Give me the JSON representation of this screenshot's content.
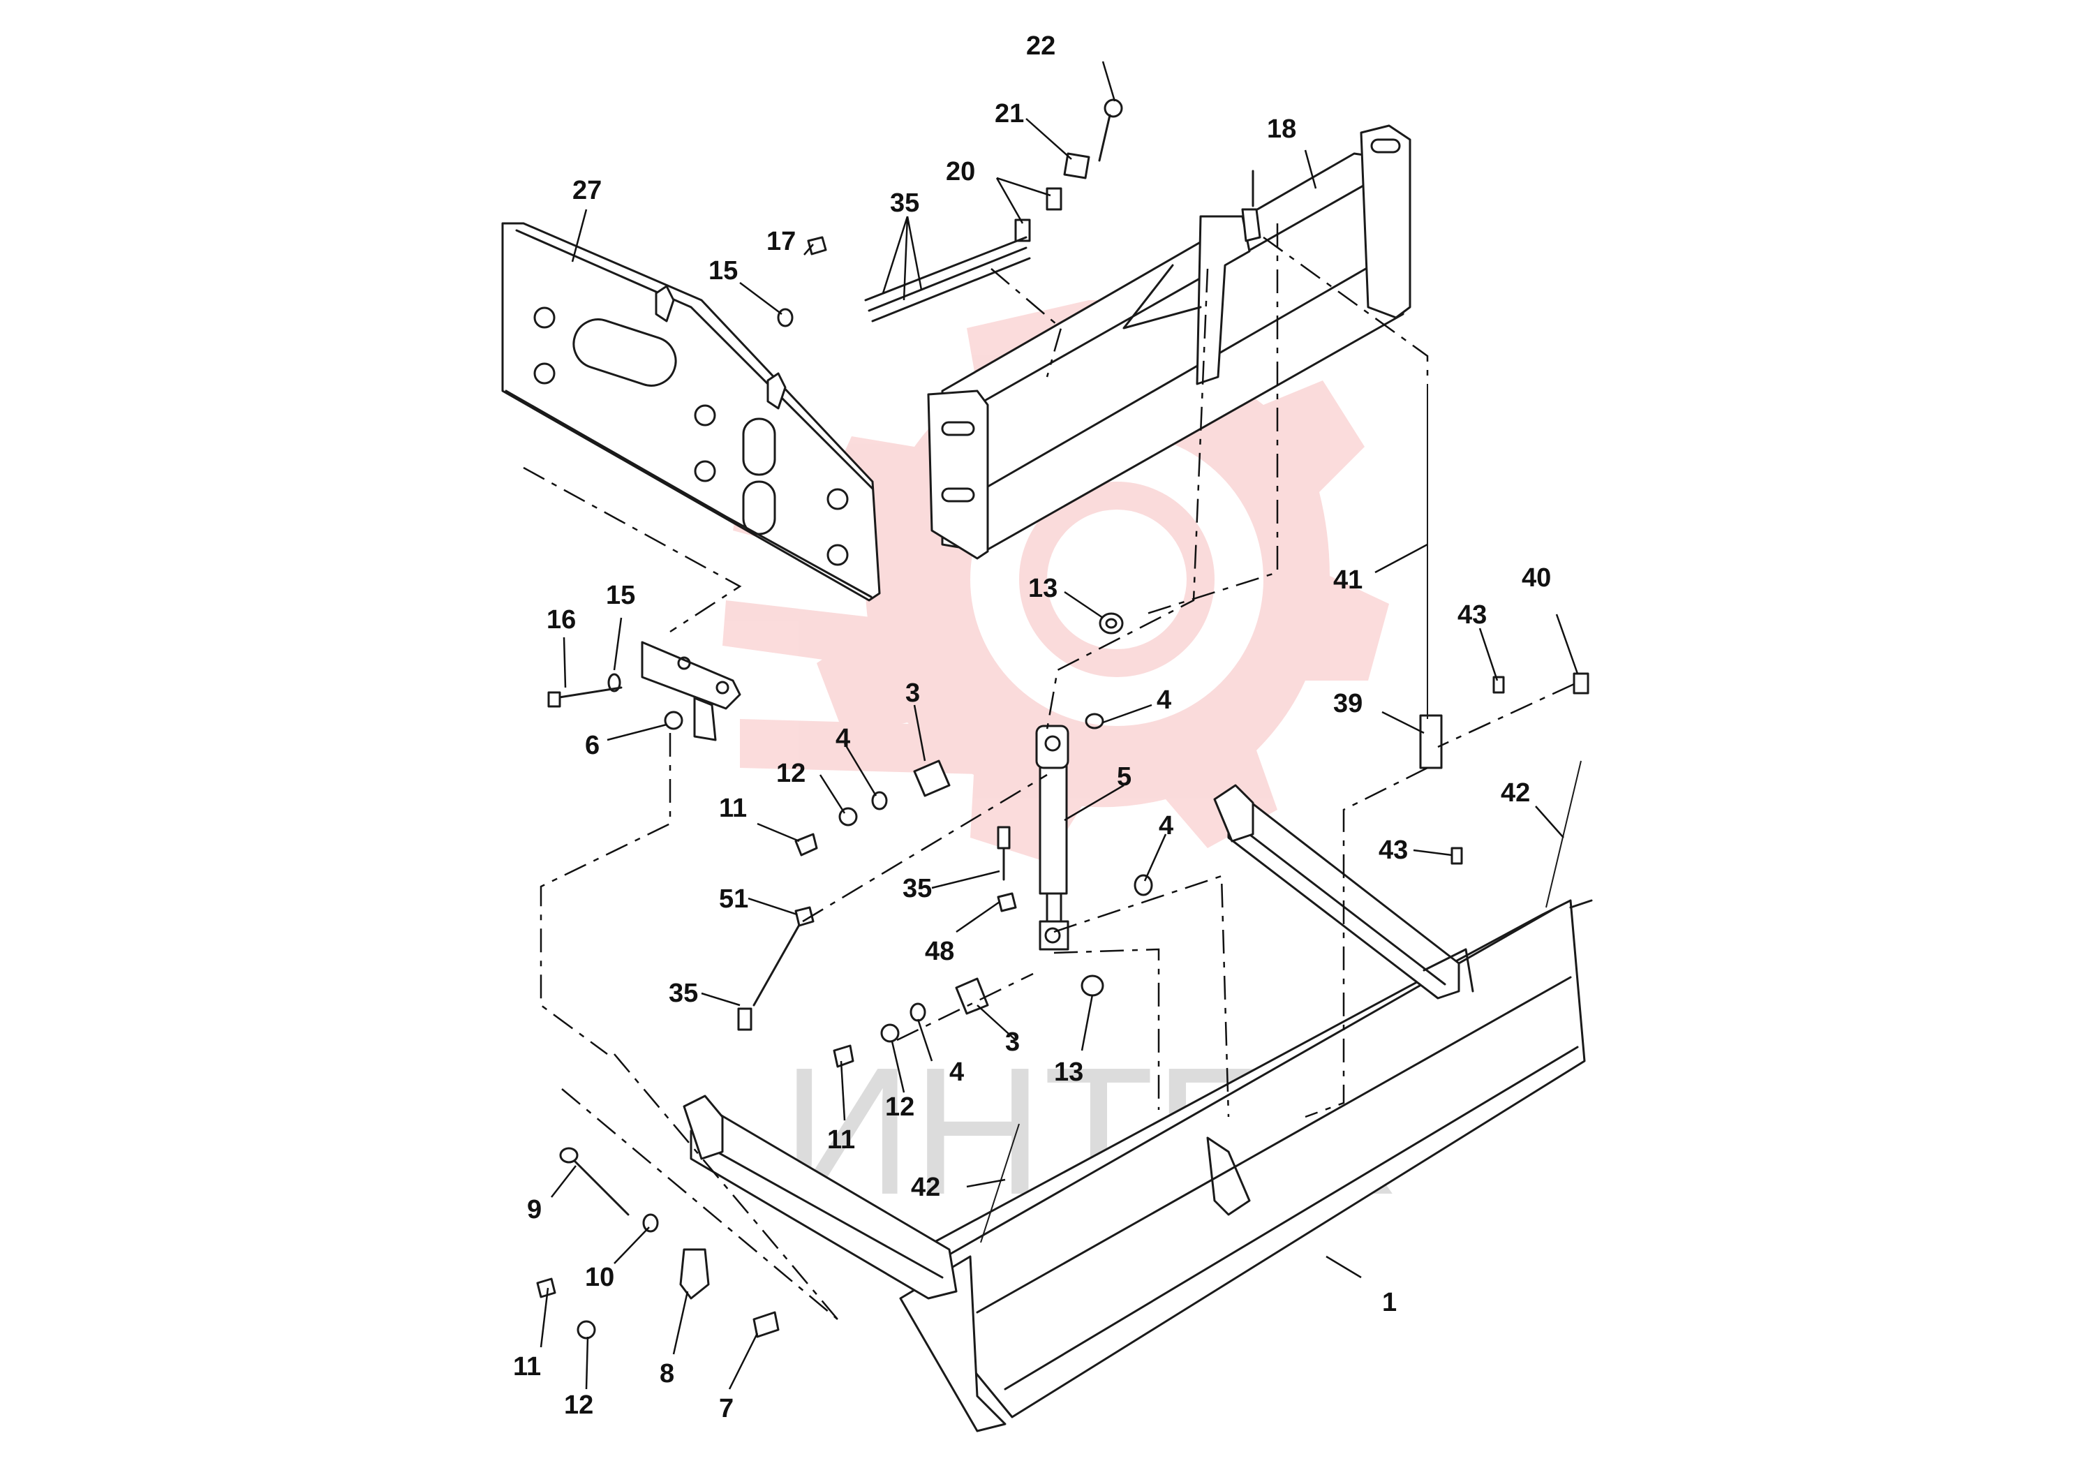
{
  "diagram": {
    "watermark_text": "ИНТЕХ",
    "watermark_color": "#f39a9a",
    "callouts": [
      {
        "id": "c22",
        "label": "22"
      },
      {
        "id": "c21",
        "label": "21"
      },
      {
        "id": "c18",
        "label": "18"
      },
      {
        "id": "c20",
        "label": "20"
      },
      {
        "id": "c35a",
        "label": "35"
      },
      {
        "id": "c27",
        "label": "27"
      },
      {
        "id": "c17",
        "label": "17"
      },
      {
        "id": "c15a",
        "label": "15"
      },
      {
        "id": "c41",
        "label": "41"
      },
      {
        "id": "c40",
        "label": "40"
      },
      {
        "id": "c43a",
        "label": "43"
      },
      {
        "id": "c13a",
        "label": "13"
      },
      {
        "id": "c16",
        "label": "16"
      },
      {
        "id": "c15b",
        "label": "15"
      },
      {
        "id": "c39",
        "label": "39"
      },
      {
        "id": "c3a",
        "label": "3"
      },
      {
        "id": "c4a",
        "label": "4"
      },
      {
        "id": "c6",
        "label": "6"
      },
      {
        "id": "c4b",
        "label": "4"
      },
      {
        "id": "c12a",
        "label": "12"
      },
      {
        "id": "c5",
        "label": "5"
      },
      {
        "id": "c42a",
        "label": "42"
      },
      {
        "id": "c11a",
        "label": "11"
      },
      {
        "id": "c4c",
        "label": "4"
      },
      {
        "id": "c43b",
        "label": "43"
      },
      {
        "id": "c35b",
        "label": "35"
      },
      {
        "id": "c51",
        "label": "51"
      },
      {
        "id": "c48",
        "label": "48"
      },
      {
        "id": "c35c",
        "label": "35"
      },
      {
        "id": "c3b",
        "label": "3"
      },
      {
        "id": "c4d",
        "label": "4"
      },
      {
        "id": "c13b",
        "label": "13"
      },
      {
        "id": "c12b",
        "label": "12"
      },
      {
        "id": "c11b",
        "label": "11"
      },
      {
        "id": "c42b",
        "label": "42"
      },
      {
        "id": "c9",
        "label": "9"
      },
      {
        "id": "c10",
        "label": "10"
      },
      {
        "id": "c1",
        "label": "1"
      },
      {
        "id": "c11c",
        "label": "11"
      },
      {
        "id": "c12c",
        "label": "12"
      },
      {
        "id": "c8",
        "label": "8"
      },
      {
        "id": "c7",
        "label": "7"
      }
    ]
  }
}
